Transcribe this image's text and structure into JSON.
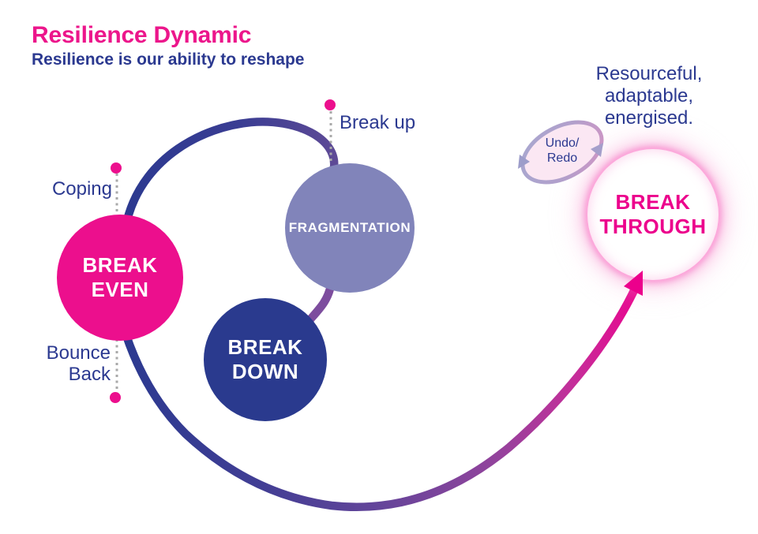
{
  "header": {
    "title": "Resilience Dynamic",
    "subtitle": "Resilience is our ability to reshape"
  },
  "nodes": {
    "break_even": {
      "line1": "BREAK",
      "line2": "EVEN"
    },
    "fragmentation": {
      "label": "FRAGMENTATION"
    },
    "break_down": {
      "line1": "BREAK",
      "line2": "DOWN"
    },
    "break_through": {
      "line1": "BREAK",
      "line2": "THROUGH"
    }
  },
  "annotations": {
    "coping": "Coping",
    "bounce_back": {
      "line1": "Bounce",
      "line2": "Back"
    },
    "break_up": "Break up",
    "outcome": {
      "line1": "Resourceful,",
      "line2": "adaptable,",
      "line3": "energised."
    },
    "undo_redo": {
      "line1": "Undo/",
      "line2": "Redo"
    }
  },
  "colors": {
    "title_pink": "#ec168b",
    "deep_blue": "#2b3990",
    "break_even_fill": "#ec0f8d",
    "fragmentation_fill": "#8184ba",
    "break_down_fill": "#2a3a8e",
    "break_through_text": "#ec008c",
    "arrow_magenta": "#ec008c",
    "spiral_purple": "#7d4d9e",
    "marker_dot_pink": "#ec0f8d",
    "dotted_line_gray": "#a9a9a9",
    "undo_loop_fill": "#fbe7f3",
    "undo_loop_stroke": "#a8a8d0"
  }
}
